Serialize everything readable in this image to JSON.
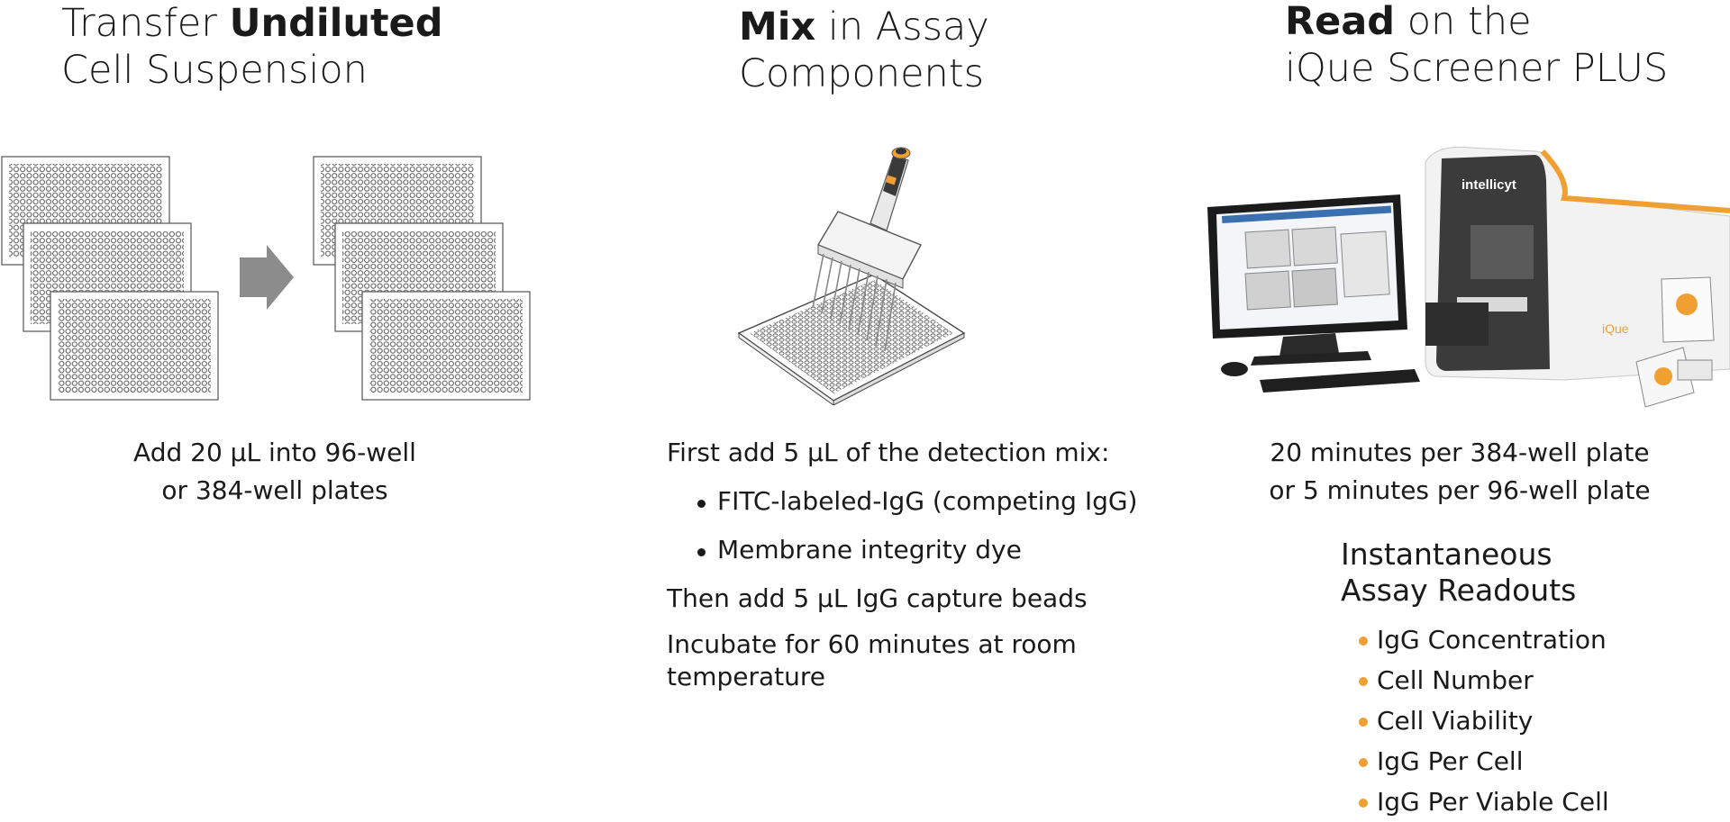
{
  "steps": [
    {
      "title_pre": "Transfer ",
      "title_bold": "Undiluted",
      "title_line2": "Cell Suspension",
      "desc_line1": "Add 20 µL into 96-well",
      "desc_line2": "or 384-well plates"
    },
    {
      "title_bold": "Mix",
      "title_post": " in Assay",
      "title_line2": "Components",
      "intro": "First add 5 µL of the detection mix:",
      "bullets": [
        "FITC-labeled-IgG (competing IgG)",
        "Membrane integrity dye"
      ],
      "line_then": "Then add 5 µL IgG capture beads",
      "line_incubate_1": "Incubate for 60 minutes at room",
      "line_incubate_2": "temperature"
    },
    {
      "title_bold": "Read",
      "title_post": " on the",
      "title_line2": "iQue Screener PLUS",
      "desc_line1": "20 minutes per 384-well plate",
      "desc_line2": "or 5 minutes per 96-well plate",
      "readouts_title_1": "Instantaneous",
      "readouts_title_2": "Assay Readouts",
      "readouts": [
        "IgG Concentration",
        "Cell Number",
        "Cell Viability",
        "IgG Per Cell",
        "IgG Per Viable Cell"
      ],
      "brand_label": "intellicyt",
      "device_label": "iQue"
    }
  ],
  "colors": {
    "accent_orange": "#f0a032",
    "arrow_gray": "#8c8c8c",
    "text": "#1a1a1a"
  }
}
